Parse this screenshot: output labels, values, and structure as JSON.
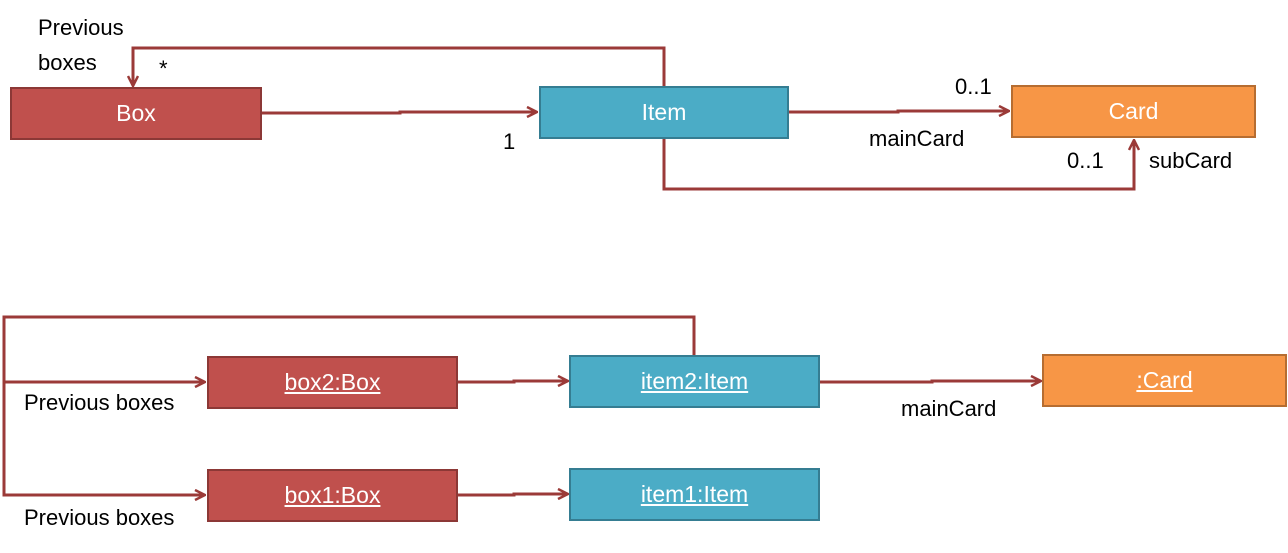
{
  "class_diagram": {
    "box": "Box",
    "item": "Item",
    "card": "Card",
    "prev_label_line1": "Previous",
    "prev_label_line2": "boxes",
    "prev_mult": "*",
    "item_mult": "1",
    "main_mult": "0..1",
    "main_role": "mainCard",
    "sub_mult": "0..1",
    "sub_role": "subCard"
  },
  "object_diagram": {
    "box2": "box2:Box",
    "item2": "item2:Item",
    "card": ":Card",
    "box1": "box1:Box",
    "item1": "item1:Item",
    "main_role": "mainCard",
    "prev_label_top": "Previous boxes",
    "prev_label_bottom": "Previous boxes"
  },
  "colors": {
    "line": "#9b3a38",
    "box_fill": "#c0504d",
    "item_fill": "#4bacc6",
    "card_fill": "#f79646"
  }
}
